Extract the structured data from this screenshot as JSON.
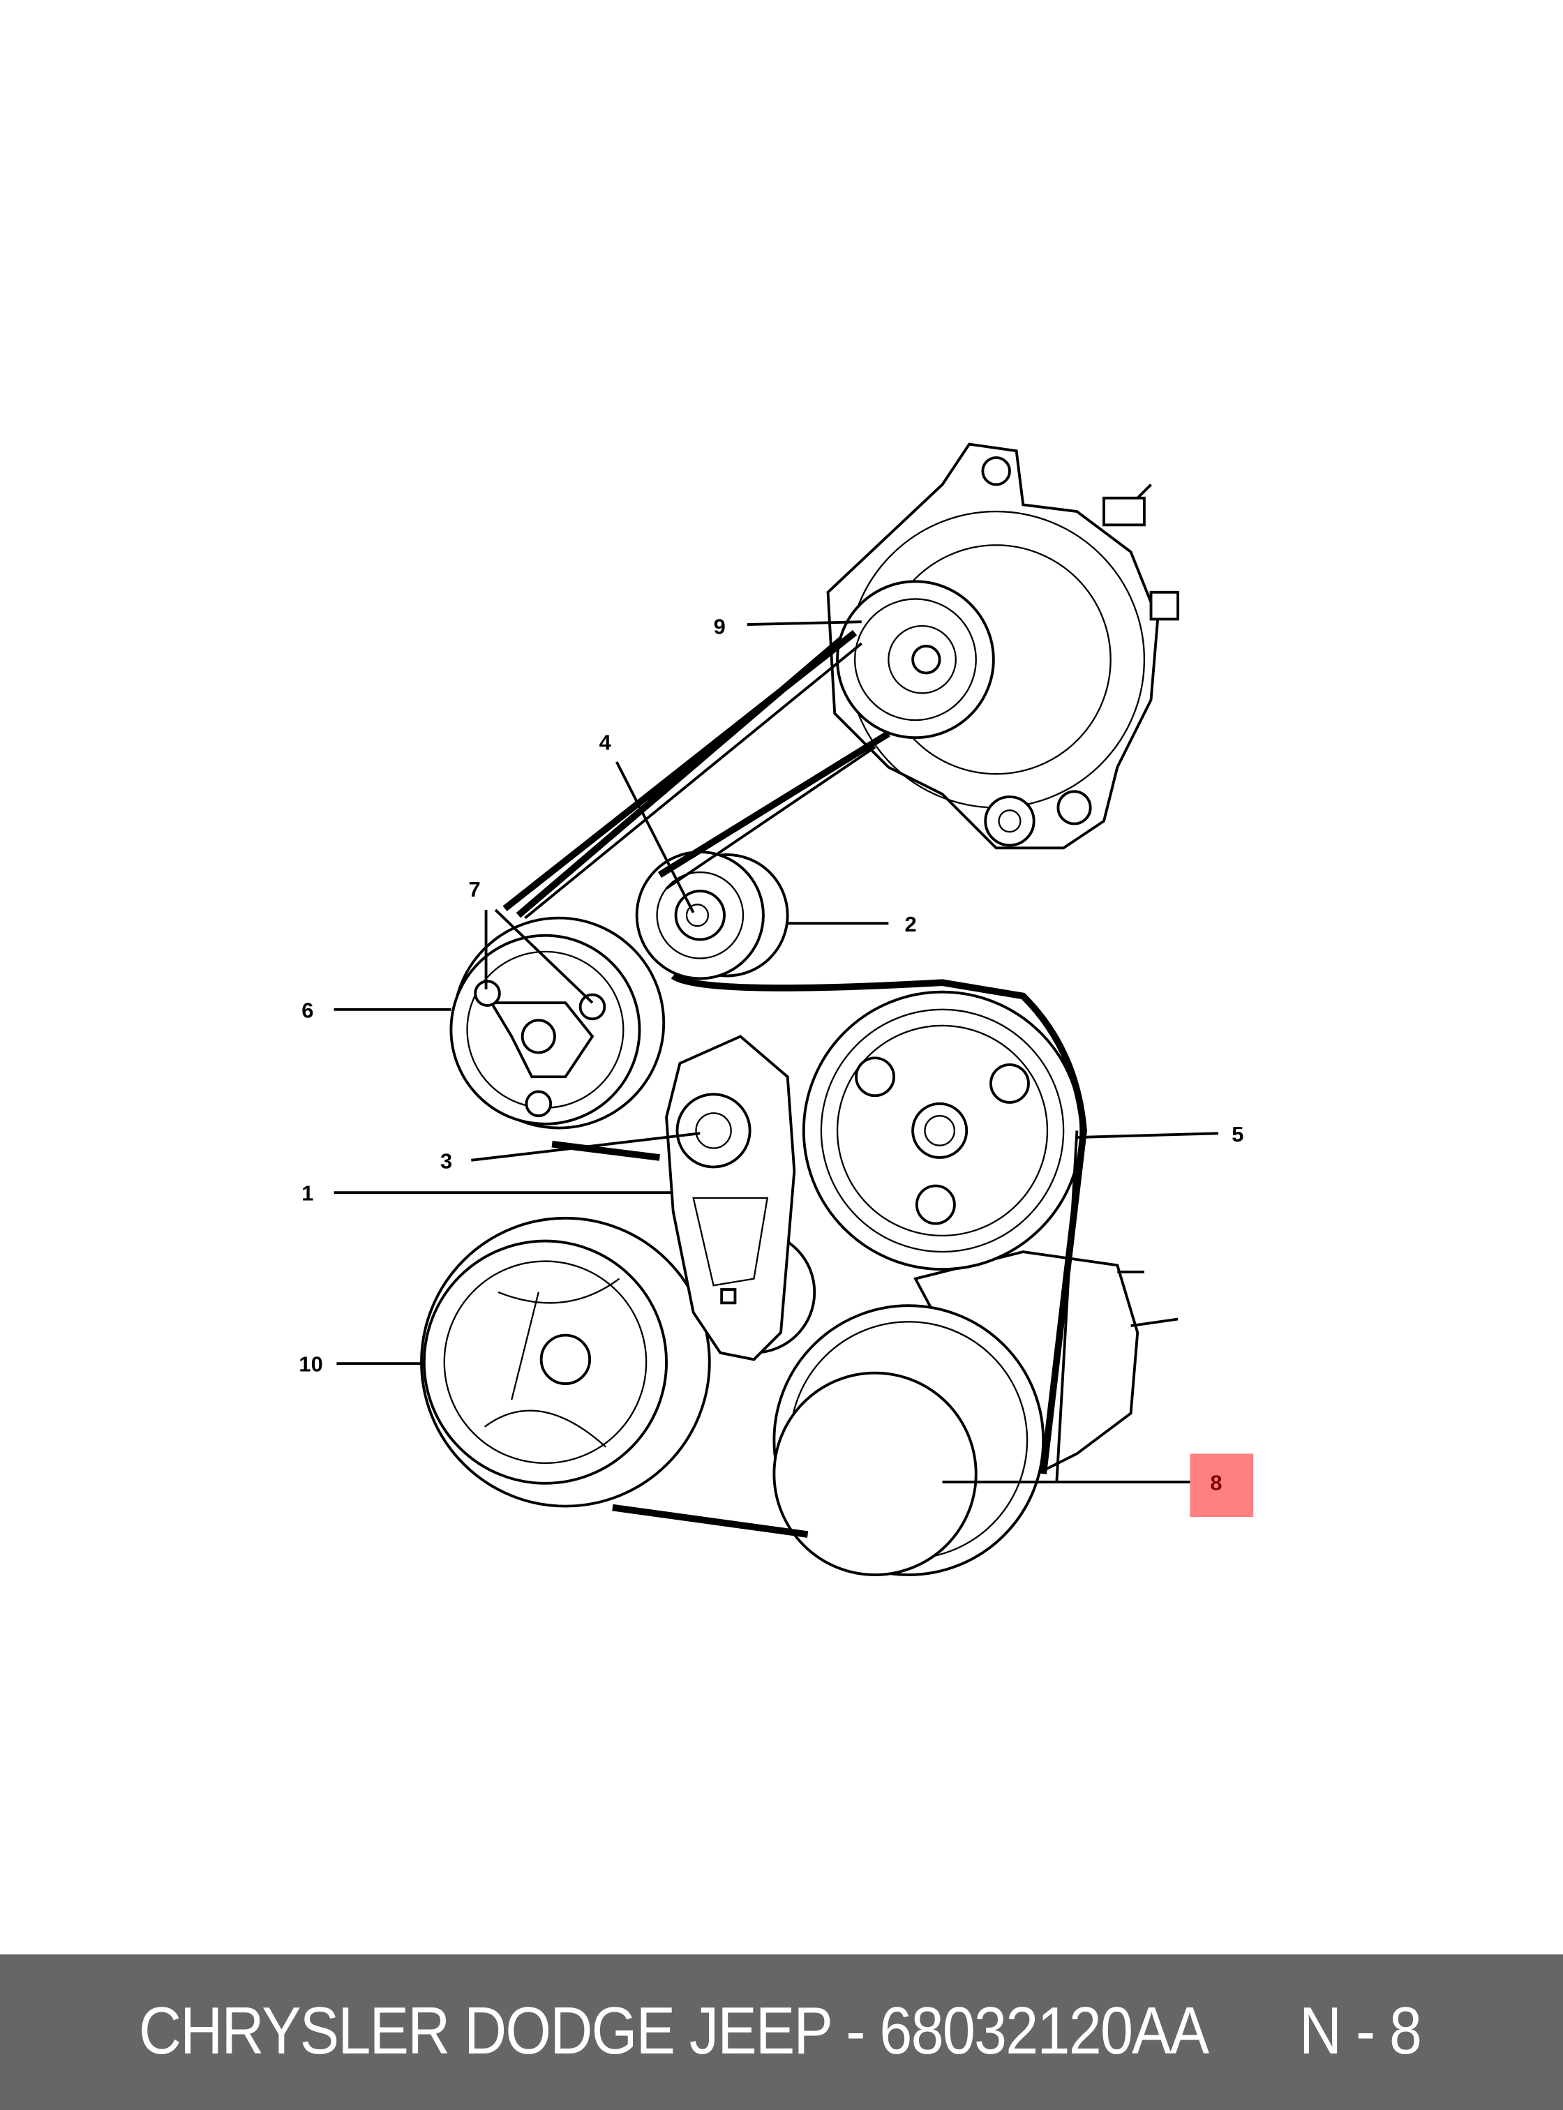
{
  "callouts": {
    "c1": "1",
    "c2": "2",
    "c3": "3",
    "c4": "4",
    "c5": "5",
    "c6": "6",
    "c7": "7",
    "c8": "8",
    "c9": "9",
    "c10": "10"
  },
  "highlight": {
    "callout": "8",
    "color": "#ff8080",
    "text_color": "#800000"
  },
  "footer": {
    "title": "CHRYSLER DODGE JEEP - 68032120AA",
    "ref": "N - 8",
    "background": "#666666"
  }
}
